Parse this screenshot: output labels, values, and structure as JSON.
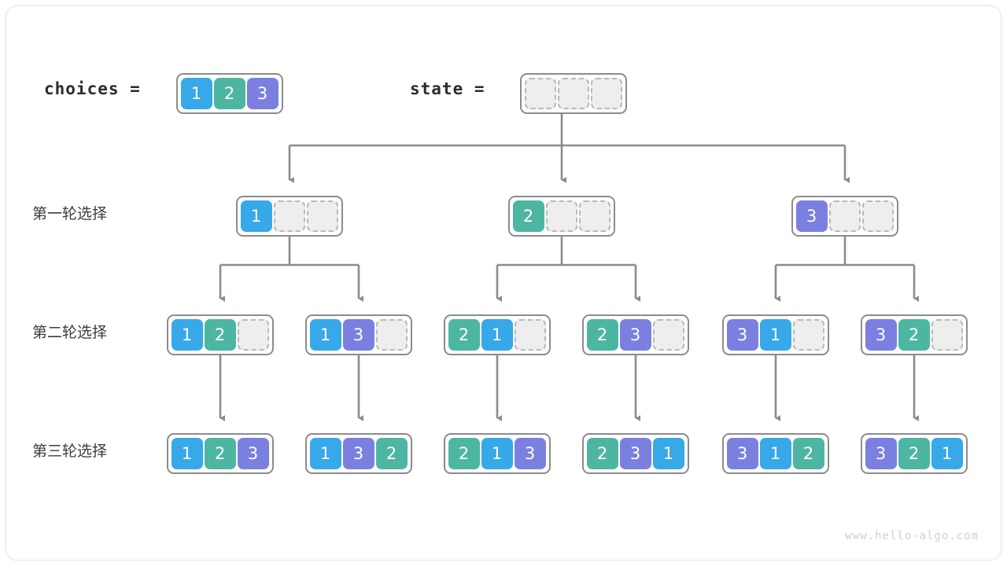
{
  "watermark": "www.hello-algo.com",
  "header": {
    "choices_label": "choices =",
    "state_label": "state =",
    "choices_values": [
      "1",
      "2",
      "3"
    ],
    "state_values": [
      "",
      "",
      ""
    ]
  },
  "colors": {
    "value_1": "#37a8e8",
    "value_2": "#4db6a3",
    "value_3": "#7b80e0",
    "empty_fill": "#eeeeee",
    "empty_border": "#b9b9b9",
    "array_border": "#8c8c8c",
    "wire": "#8c8c8c",
    "label_text": "#3c3c3c",
    "watermark_text": "#cfcfcf",
    "card_background": "#ffffff"
  },
  "rows": [
    {
      "label": "第一轮选择",
      "nodes": [
        {
          "values": [
            "1",
            "",
            ""
          ]
        },
        {
          "values": [
            "2",
            "",
            ""
          ]
        },
        {
          "values": [
            "3",
            "",
            ""
          ]
        }
      ]
    },
    {
      "label": "第二轮选择",
      "nodes": [
        {
          "values": [
            "1",
            "2",
            ""
          ]
        },
        {
          "values": [
            "1",
            "3",
            ""
          ]
        },
        {
          "values": [
            "2",
            "1",
            ""
          ]
        },
        {
          "values": [
            "2",
            "3",
            ""
          ]
        },
        {
          "values": [
            "3",
            "1",
            ""
          ]
        },
        {
          "values": [
            "3",
            "2",
            ""
          ]
        }
      ]
    },
    {
      "label": "第三轮选择",
      "nodes": [
        {
          "values": [
            "1",
            "2",
            "3"
          ]
        },
        {
          "values": [
            "1",
            "3",
            "2"
          ]
        },
        {
          "values": [
            "2",
            "1",
            "3"
          ]
        },
        {
          "values": [
            "2",
            "3",
            "1"
          ]
        },
        {
          "values": [
            "3",
            "1",
            "2"
          ]
        },
        {
          "values": [
            "3",
            "2",
            "1"
          ]
        }
      ]
    }
  ]
}
